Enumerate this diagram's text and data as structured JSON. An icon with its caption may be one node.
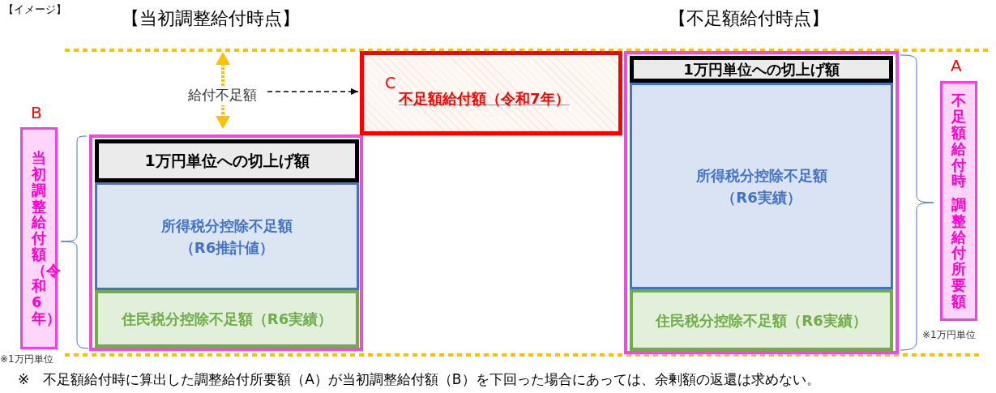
{
  "diagram": {
    "nodes": [
      {
        "text": [],
        "shape": "box"
      },
      {
        "text": [
          "1万円単位への切上げ額"
        ],
        "in": 0
      },
      {
        "text": [
          "所得税分控除不足額（R6推計値）"
        ],
        "in": 0
      },
      {
        "text": [
          "住民税分控除不足額（R6実績）"
        ],
        "in": 0
      },
      {
        "text": [
          "C",
          "不足額給付額（令和7年）"
        ]
      },
      {
        "text": [],
        "shape": "box"
      },
      {
        "text": [
          "1万円単位への切上げ額"
        ],
        "in": 5
      },
      {
        "text": [
          "所得税分控除不足額（R6実績）"
        ],
        "in": 5
      },
      {
        "text": [
          "住民税分控除不足額（R6実績）"
        ],
        "in": 5
      },
      {
        "text": [
          "給付不足額"
        ]
      },
      {
        "text": [
          "当初調整給付額（令和6年）"
        ],
        "beside": [
          "B"
        ]
      },
      {
        "text": [
          "不足額給付時",
          "調整給付所要額"
        ],
        "beside": [
          "A"
        ]
      }
    ],
    "edges": [
      {
        "from": 9,
        "to": 4,
        "arrow": "to",
        "style": "dashed"
      }
    ],
    "labels": [
      "【イメージ】",
      "【当初調整給付時点】",
      "【不足額給付時点】",
      "※1万円単位",
      "※1万円単位",
      "※　不足額給付時に算出した調整給付所要額（A）が当初調整給付額（B）を下回った場合にあっては、余剰額の返還は求めない。"
    ]
  }
}
